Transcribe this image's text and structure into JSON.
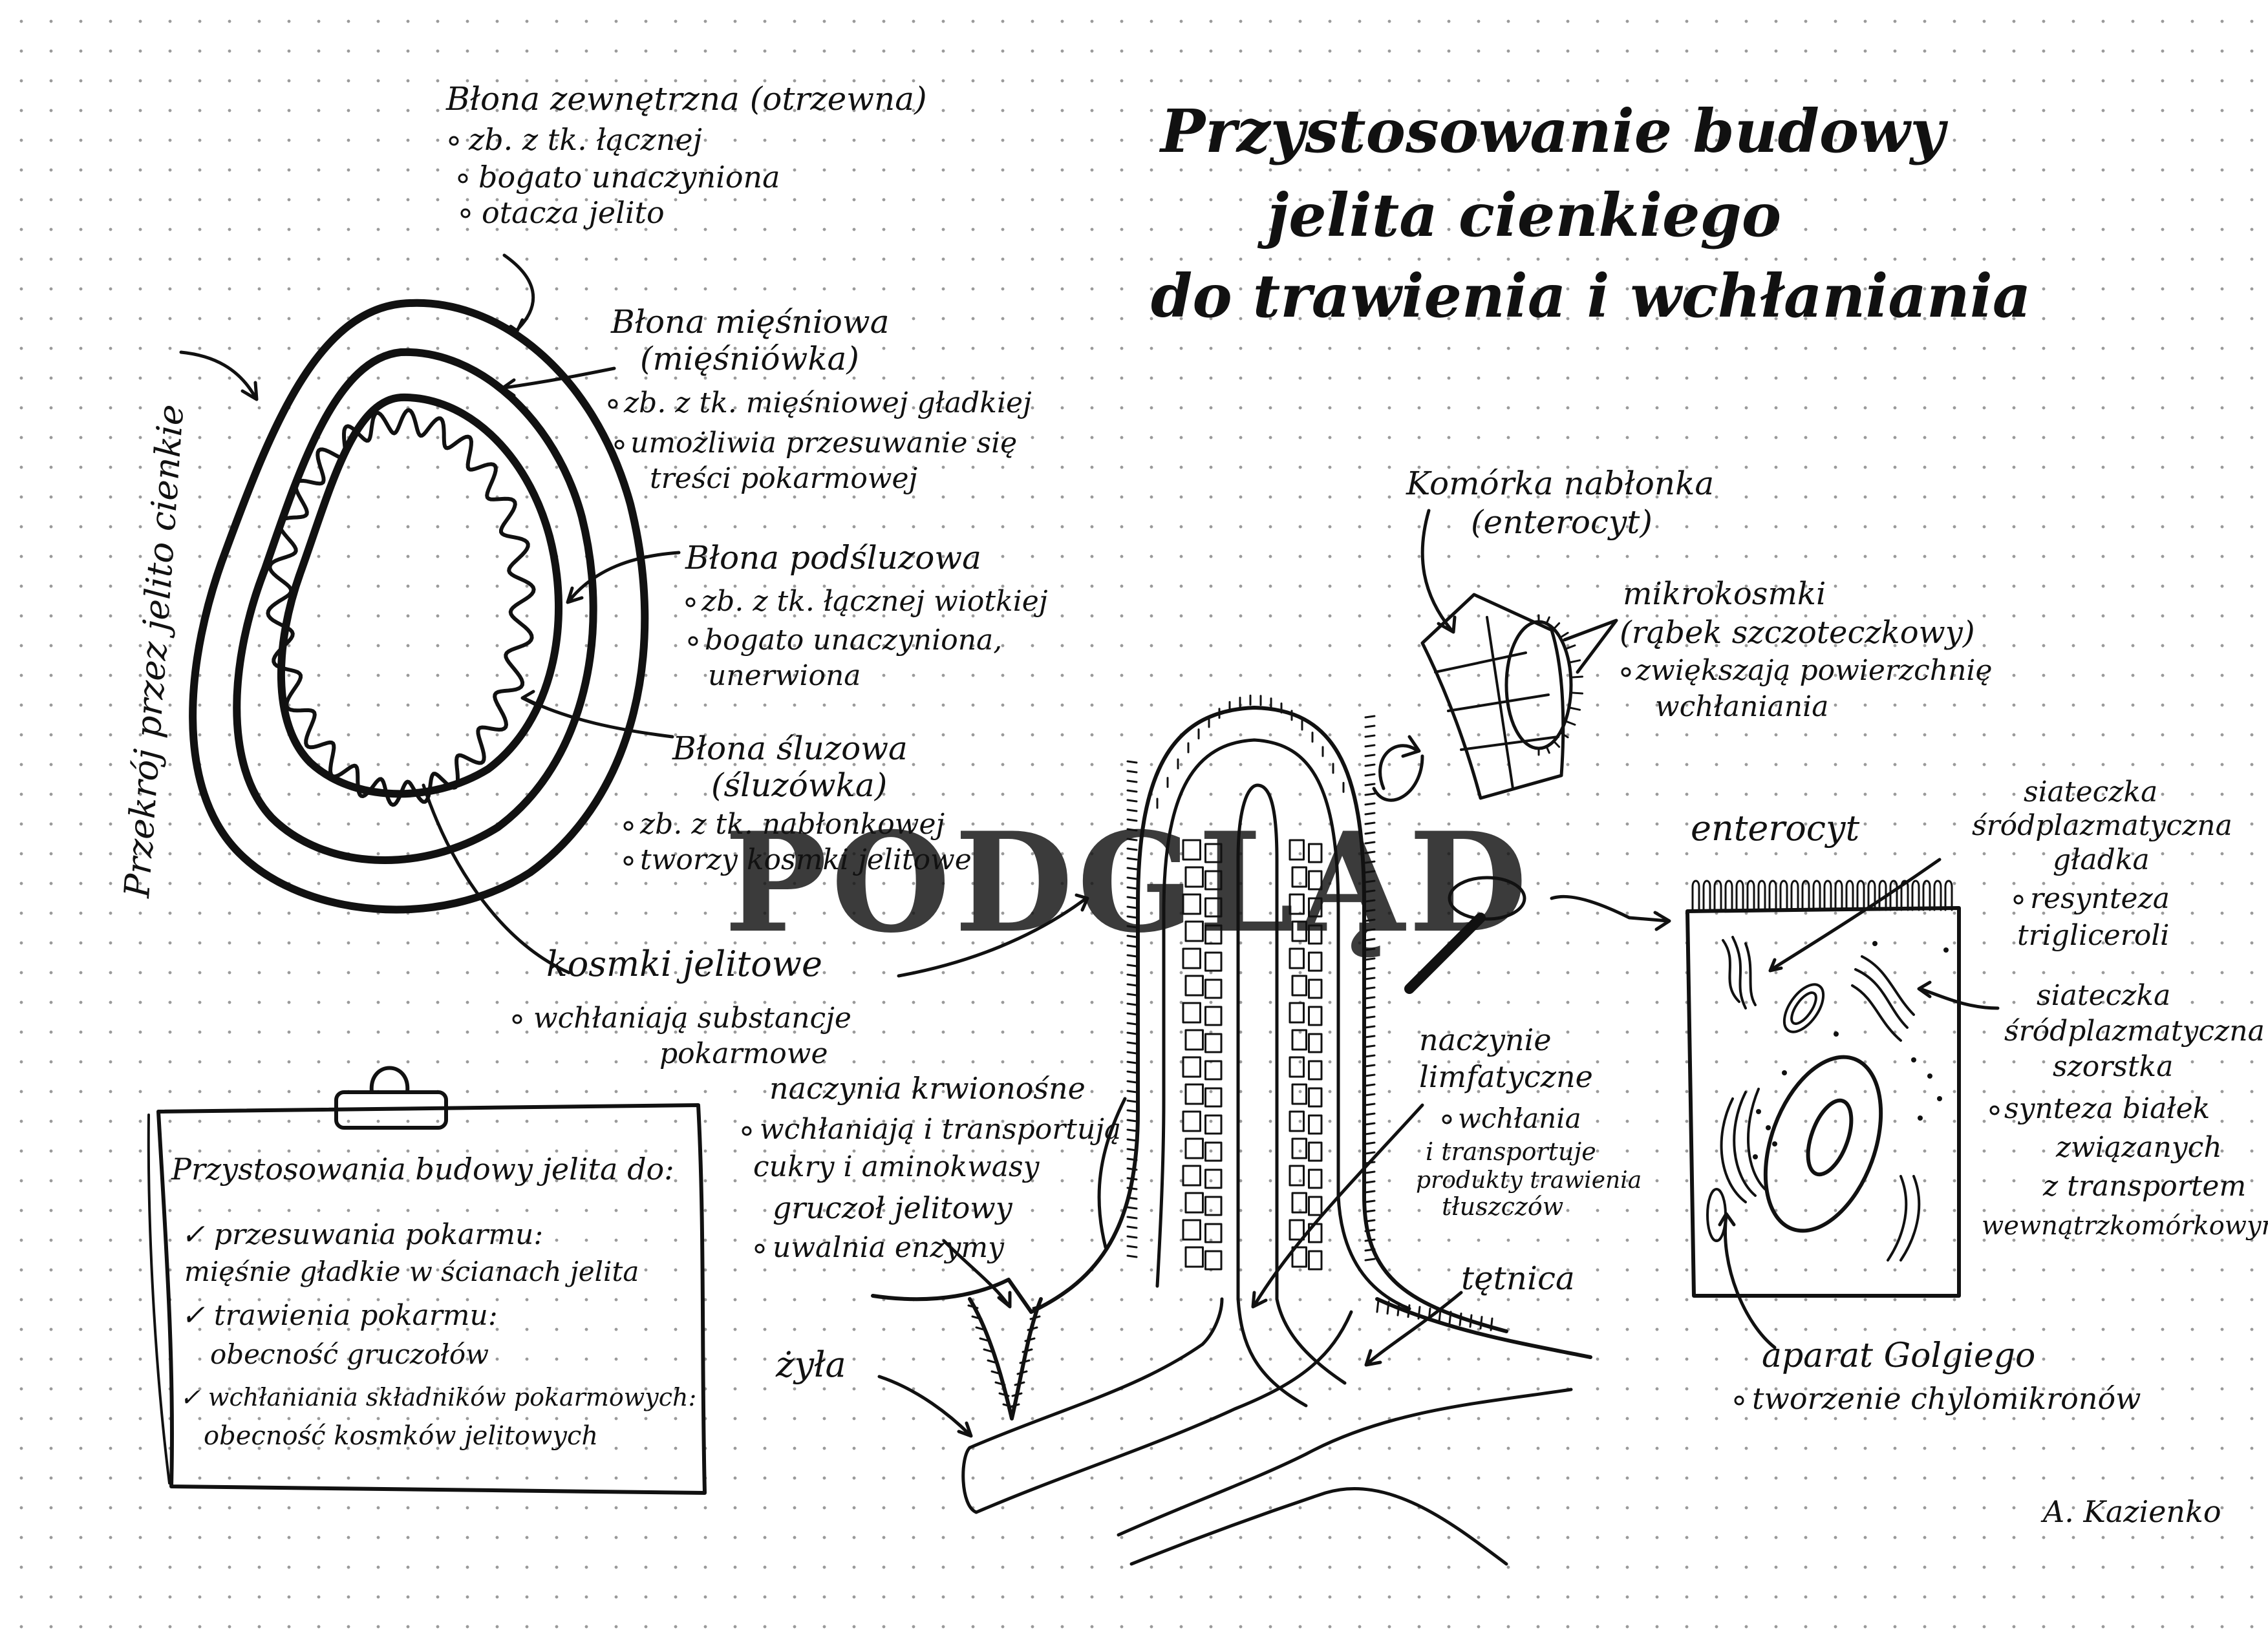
{
  "title": [
    "Przystosowanie budowy",
    "jelita cienkiego",
    "do trawienia i wchłaniania"
  ],
  "side_label": "Przekrój przez jelito cienkie",
  "layers": {
    "outer": {
      "name": "Błona zewnętrzna (otrzewna)",
      "points": [
        "zb. z tk. łącznej",
        "bogato unaczyniona",
        "otacza jelito"
      ]
    },
    "muscular": {
      "name": [
        "Błona mięśniowa",
        "(mięśniówka)"
      ],
      "points": [
        "zb. z tk. mięśniowej gładkiej",
        "umożliwia przesuwanie się",
        "treści pokarmowej"
      ]
    },
    "submucosa": {
      "name": "Błona podśluzowa",
      "points": [
        "zb. z tk. łącznej wiotkiej",
        "bogato unaczyniona,",
        "unerwiona"
      ]
    },
    "mucosa": {
      "name": [
        "Błona śluzowa",
        "(śluzówka)"
      ],
      "points": [
        "zb. z tk. nabłonkowej",
        "tworzy kosmki jelitowe"
      ]
    }
  },
  "villi": {
    "name": "kosmki jelitowe",
    "points": [
      "wchłaniają substancje",
      "pokarmowe"
    ]
  },
  "enterocyte_cell": {
    "name": [
      "Komórka nabłonka",
      "(enterocyt)"
    ]
  },
  "microvilli": {
    "name": [
      "mikrokosmki",
      "(rąbek szczoteczkowy)"
    ],
    "points": [
      "zwiększają powierzchnię",
      "wchłaniania"
    ]
  },
  "enterocyte_label": "enterocyt",
  "smooth_er": {
    "name": [
      "siateczka",
      "śródplazmatyczna",
      "gładka"
    ],
    "points": [
      "resynteza",
      "trigliceroli"
    ]
  },
  "rough_er": {
    "name": [
      "siateczka",
      "śródplazmatyczna",
      "szorstka"
    ],
    "points": [
      "synteza białek",
      "związanych",
      "z transportem",
      "wewnątrzkomórkowym"
    ]
  },
  "golgi": {
    "name": "aparat Golgiego",
    "points": [
      "tworzenie chylomikronów"
    ]
  },
  "lymph": {
    "name": [
      "naczynie",
      "limfatyczne"
    ],
    "points": [
      "wchłania",
      "i transportuje",
      "produkty trawienia",
      "tłuszczów"
    ]
  },
  "blood": {
    "name": "naczynia krwionośne",
    "points": [
      "wchłaniają i transportują",
      "cukry i aminokwasy"
    ]
  },
  "glands": {
    "name": "gruczoł jelitowy",
    "points": [
      "uwalnia enzymy"
    ]
  },
  "artery": "tętnica",
  "vein": "żyła",
  "clipboard": {
    "heading": "Przystosowania budowy jelita do:",
    "lines": [
      "✓ przesuwania pokarmu:",
      "mięśnie gładkie w ścianach jelita",
      "✓ trawienia pokarmu:",
      "obecność gruczołów",
      "✓ wchłaniania składników pokarmowych:",
      "obecność kosmków jelitowych"
    ]
  },
  "signature": "A. Kazienko",
  "watermark": "PODGLĄD"
}
